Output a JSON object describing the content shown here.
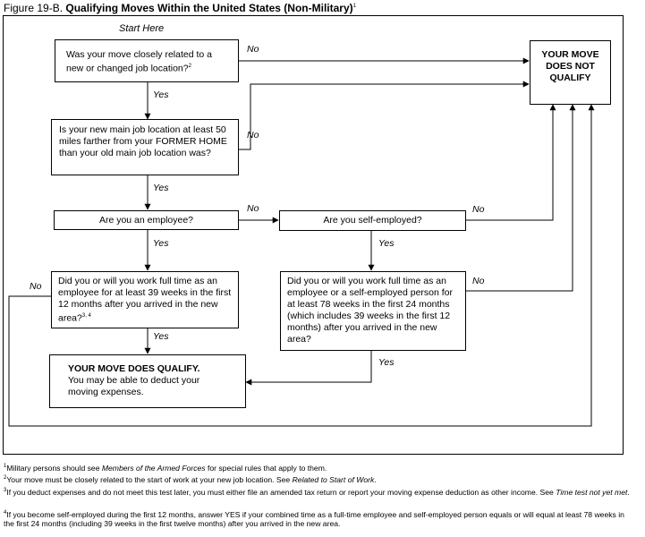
{
  "title": {
    "prefix": "Figure 19-B.",
    "main": "Qualifying Moves Within the United States (Non-Military)",
    "sup": "1"
  },
  "start_label": "Start Here",
  "nodes": {
    "q1": {
      "text": "Was your move closely related to a new or changed job location?",
      "sup": "2"
    },
    "q2": {
      "text": "Is your new main job location at least 50 miles farther from your FORMER HOME than your old main job location was?"
    },
    "q3": {
      "text": "Are you an employee?"
    },
    "q4": {
      "text": "Are you self-employed?"
    },
    "q5": {
      "text": "Did you or will you work full time as an employee for at least 39 weeks in the first 12 months after you arrived in the new area?",
      "sup": "3, 4"
    },
    "q6": {
      "text": "Did you or will you work full time as an employee or a self-employed person for at least 78 weeks in the first 24 months (which includes 39 weeks in the first 12 months) after you arrived in the new area?"
    },
    "qualify": {
      "heading": "YOUR MOVE DOES QUALIFY.",
      "text": "You may be able to deduct your moving expenses."
    },
    "not_qualify": {
      "text": "YOUR MOVE DOES NOT QUALIFY"
    }
  },
  "edge_labels": {
    "q1_no": "No",
    "q1_yes": "Yes",
    "q2_no": "No",
    "q2_yes": "Yes",
    "q3_no": "No",
    "q3_yes": "Yes",
    "q4_no": "No",
    "q4_yes": "Yes",
    "q5_no": "No",
    "q5_yes": "Yes",
    "q6_no": "No",
    "q6_yes": "Yes"
  },
  "footnotes": [
    {
      "num": "1",
      "pre": "Military persons should see ",
      "ref": "Members of the Armed Forces",
      "post": " for special rules that apply to them."
    },
    {
      "num": "2",
      "pre": "Your move must be closely related to the start of work at your new job location. See ",
      "ref": "Related to Start of Work",
      "post": "."
    },
    {
      "num": "3",
      "pre": "If you deduct expenses and do not meet this test later, you must either file an amended tax return or report your moving expense deduction as other income. See ",
      "ref": "Time test not yet met",
      "post": "."
    },
    {
      "num": "4",
      "pre": "If you become self-employed during the first 12 months, answer YES if your combined time as a full-time employee and self-employed person equals or will equal at least 78 weeks in the first 24 months (including 39 weeks in the first twelve months) after you arrived in the new area.",
      "ref": "",
      "post": ""
    }
  ]
}
